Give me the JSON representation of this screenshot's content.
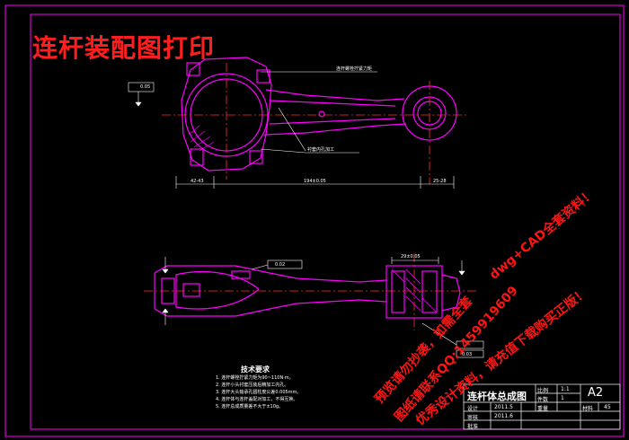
{
  "banner": "连杆装配图打印",
  "callouts": {
    "bolt_label": "连杆螺栓拧紧力矩",
    "pin_label": "衬套内孔加工",
    "parallel_box": "0.05"
  },
  "dimensions": {
    "left": "42-43",
    "center": "194±0.05",
    "right": "25-28",
    "section_box1": "0.02",
    "section_box2": "0.03",
    "width_top": "29±0.05"
  },
  "notes": {
    "title": "技术要求",
    "lines": [
      "1. 连杆螺栓拧紧力矩为90~110N·m。",
      "2. 连杆小头衬套压装后精加工内孔。",
      "3. 连杆大头轴承孔圆柱度公差0.005mm。",
      "4. 连杆体与连杆盖配对加工，不得互换。",
      "5. 连杆总成质量差不大于±10g。"
    ]
  },
  "title_block": {
    "name": "连杆体总成图",
    "scale_label": "比例",
    "scale_value": "1:1",
    "qty_label": "件数",
    "qty_value": "1",
    "sheet": "A2",
    "weight_label": "材料",
    "weight_value": "45",
    "row1": "设计",
    "row2": "审核",
    "row3": "批准",
    "date1": "2011.5",
    "date2": "2011.6",
    "extra": "重量"
  },
  "watermark": {
    "line1": "预览请勿抄袭，如需全套",
    "line2": "图纸请联系QQ:1459919609",
    "line3": "优秀设计资料，请充值下载购买正版！",
    "line4": "dwg+CAD全套资料！"
  },
  "colors": {
    "background": "#000000",
    "frame": "#ff00ff",
    "part": "#ff00ff",
    "centerline": "#ff3030",
    "annotation": "#ffffff",
    "watermark": "#ff1414"
  }
}
